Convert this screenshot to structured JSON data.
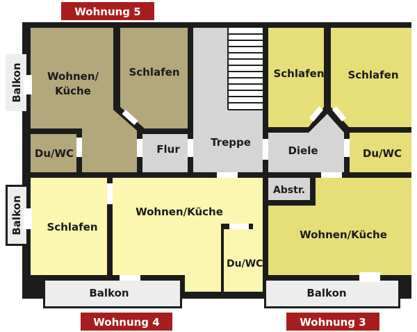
{
  "colors": {
    "wall": "#1c1c1c",
    "olive": "#b2a87c",
    "yellow": "#e6df78",
    "pale": "#fbf6b0",
    "grey": "#d5d5d5",
    "balcony": "#ededed",
    "badge": "#a81e1e"
  },
  "badges": {
    "w5": "Wohnung 5",
    "w4": "Wohnung 4",
    "w3": "Wohnung 3"
  },
  "rooms": {
    "w5_wohnen_line1": "Wohnen/",
    "w5_wohnen_line2": "Küche",
    "w5_schlafen": "Schlafen",
    "w5_duwc": "Du/WC",
    "w5_balkon": "Balkon",
    "flur": "Flur",
    "treppe": "Treppe",
    "w3_schlafen_left": "Schlafen",
    "w3_schlafen_right": "Schlafen",
    "diele": "Diele",
    "w3_duwc": "Du/WC",
    "abstr": "Abstr.",
    "w3_wohnen": "Wohnen/Küche",
    "w3_balkon": "Balkon",
    "w4_balkon_side": "Balkon",
    "w4_schlafen": "Schlafen",
    "w4_wohnen": "Wohnen/Küche",
    "w4_duwc": "Du/WC",
    "w4_balkon": "Balkon"
  }
}
